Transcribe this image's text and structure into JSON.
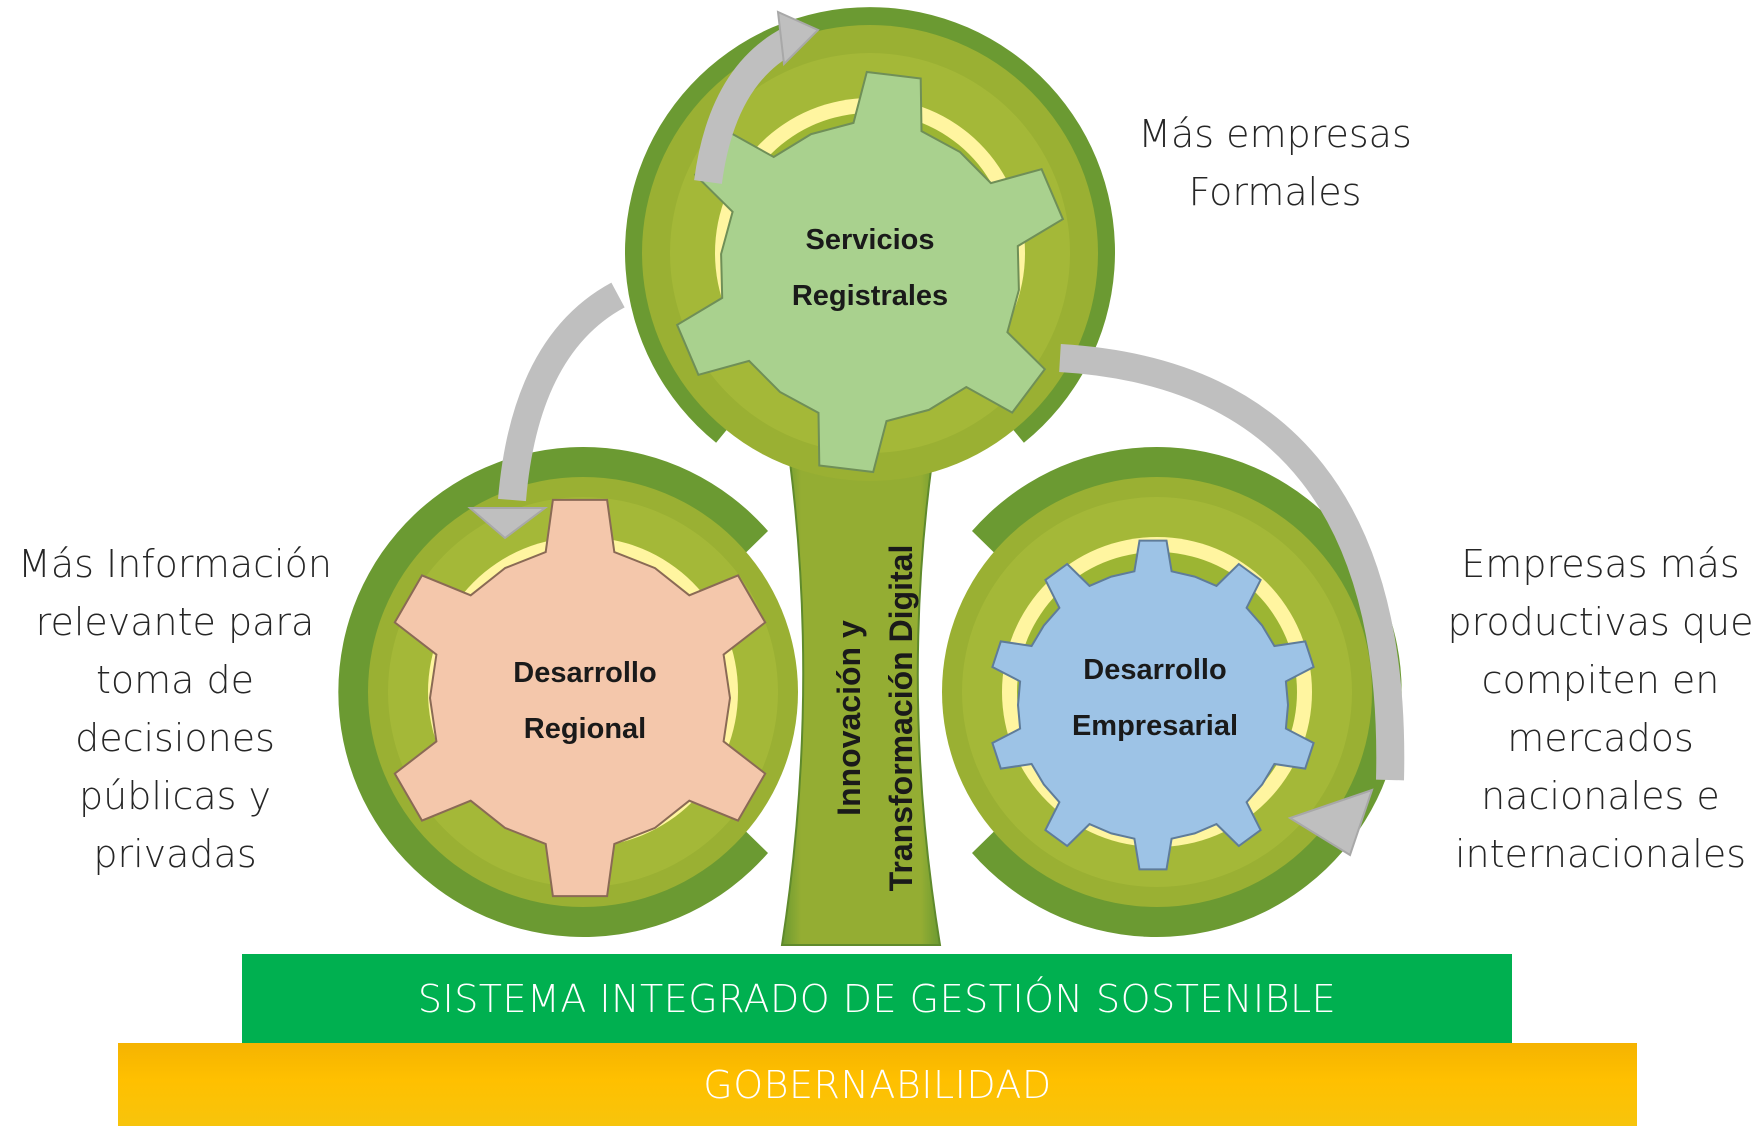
{
  "colors": {
    "ring_dark": "#6b9a32",
    "ring_mid": "#9ab033",
    "ring_inner": "#a4b838",
    "cream_ring": "#fff5a0",
    "gear_top": "#a9d18e",
    "gear_left": "#f4c7ab",
    "gear_right": "#9dc3e6",
    "gear_stroke": "#6f8f57",
    "arrow_gray": "#bfbfbf",
    "bar_green": "#00b050",
    "bar_gold": "#ffc000"
  },
  "icons": {
    "arrows": "curved-arrow-icon",
    "gears": "gear-icon"
  },
  "gears": {
    "top": {
      "label": "Servicios\nRegistrales"
    },
    "left": {
      "label": "Desarrollo\nRegional"
    },
    "right": {
      "label": "Desarrollo\nEmpresarial"
    }
  },
  "central_pillar": {
    "label": "Innovación y\nTransformación Digital"
  },
  "outcomes": {
    "top_right": "Más empresas\nFormales",
    "left": "Más Información\nrelevante para\ntoma de\ndecisiones\npúblicas y\nprivadas",
    "right": "Empresas más\nproductivas que\ncompiten en\nmercados\nnacionales e\ninternacionales"
  },
  "foundation": {
    "sistema": "SISTEMA INTEGRADO DE GESTIÓN SOSTENIBLE",
    "gobernabilidad": "GOBERNABILIDAD"
  }
}
